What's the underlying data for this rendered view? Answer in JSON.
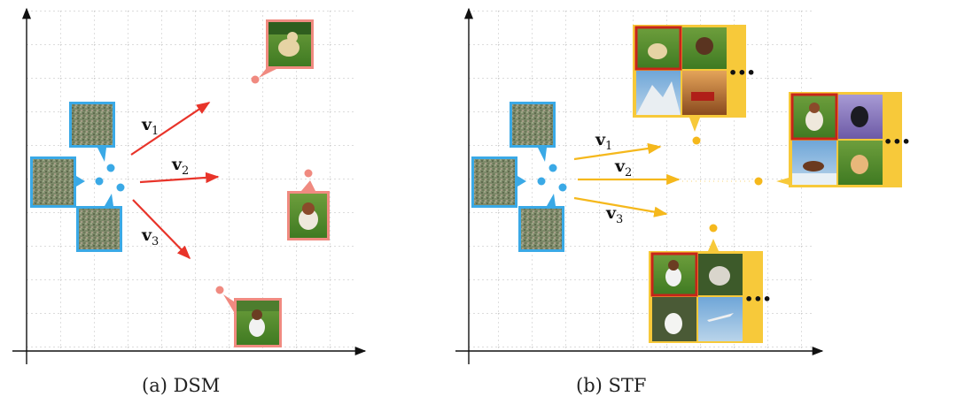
{
  "captions": {
    "a": "(a) DSM",
    "b": "(b) STF"
  },
  "vectors": {
    "v1": {
      "base": "v",
      "sub": "1"
    },
    "v2": {
      "base": "v",
      "sub": "2"
    },
    "v3": {
      "base": "v",
      "sub": "3"
    }
  },
  "ellipsis": "•••",
  "colors": {
    "noisy_blue": "#3aa9e6",
    "dsm_red": "#e8342a",
    "dsm_target": "#f08a80",
    "stf_yellow": "#f5b81c",
    "stf_box": "#f7c93a",
    "highlight_red": "#c8241a"
  },
  "icons": {
    "noisy_sample": "noisy-image-icon",
    "clean_sample": "photo-icon"
  }
}
